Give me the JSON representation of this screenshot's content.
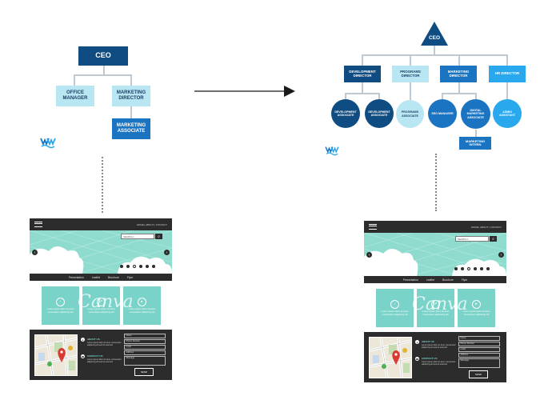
{
  "before_chart": {
    "ceo": "CEO",
    "office_manager": "OFFICE MANAGER",
    "marketing_director": "MARKETING DIRECTOR",
    "marketing_associate": "MARKETING ASSOCIATE"
  },
  "after_chart": {
    "ceo": "CEO",
    "directors": [
      "DEVELOPMENT DIRECTOR",
      "PROGRAMS DIRECTOR",
      "MARKETING DIRECTOR",
      "HR DIRECTOR"
    ],
    "associates": [
      "DEVELOPMENT ASSOCIATE",
      "DEVELOPMENT ASSOCIATE",
      "PROGRAMS ASSOCIATE",
      "SEO MANAGER",
      "DIGITAL MARKETING ASSOCIATE",
      "ADMIN ASSISTANT"
    ],
    "intern": "MARKETING INTERN"
  },
  "logo": "WW",
  "website": {
    "top_links": "HOME | ABOUT | CONTACT",
    "search_placeholder": "SEARCH...",
    "menu": [
      "Presentation",
      "Leaflet",
      "Brochure",
      "Flyer"
    ],
    "tile_text": "Lorem ipsum dolor sit amet consectetur adipiscing elit",
    "watermark": "Canva",
    "about_title": "ABOUT US",
    "about_text": "Lorem ipsum dolor sit amet, consectetur adipiscing elit sed do eiusmod",
    "contact_title": "CONTACT US",
    "contact_text": "Lorem ipsum dolor sit amet, consectetur adipiscing elit sed do eiusmod",
    "fields": [
      "Name",
      "Phone Number",
      "email",
      "Address",
      "Message"
    ],
    "send_label": "SEND"
  },
  "colors": {
    "navy": "#0f4c81",
    "pale_blue": "#b9e6f3",
    "mid_blue": "#1a74c2",
    "sky_blue": "#29a8ee",
    "teal": "#79d3c8",
    "dark": "#2c2c2c"
  }
}
